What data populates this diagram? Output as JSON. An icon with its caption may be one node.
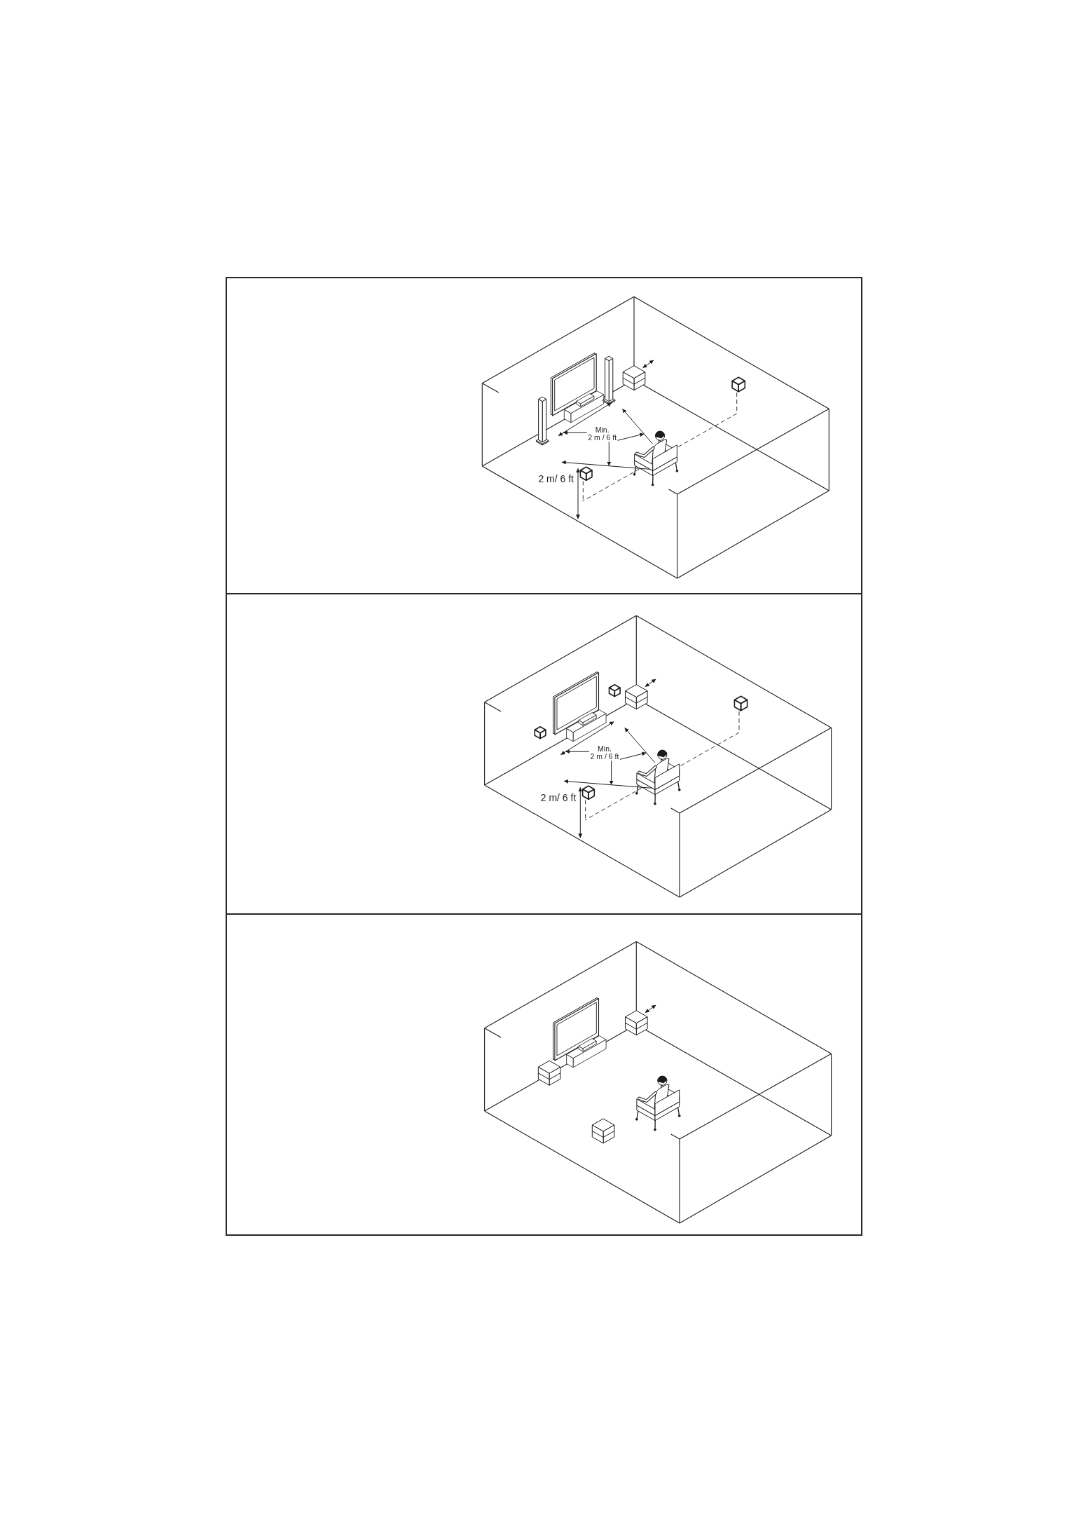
{
  "diagram": {
    "nodes": [
      {
        "text": [],
        "shape": "box"
      },
      {
        "text": [
          "Min. 2 m / 6 ft"
        ],
        "in": 0
      },
      {
        "text": [],
        "shape": "box"
      },
      {
        "text": [
          "Min. 2 m / 6 ft"
        ],
        "in": 2
      },
      {
        "text": [],
        "shape": "box"
      }
    ],
    "edges": [
      {
        "from": 1,
        "to": null,
        "arrow": "to"
      },
      {
        "from": 1,
        "to": null,
        "arrow": "to"
      },
      {
        "from": 1,
        "to": null,
        "arrow": "to"
      },
      {
        "from": 3,
        "to": null,
        "arrow": "to"
      },
      {
        "from": 3,
        "to": null,
        "arrow": "to"
      },
      {
        "from": 3,
        "to": null,
        "arrow": "to"
      }
    ],
    "labels": [
      "2 m/ 6 ft",
      "2 m/ 6 ft"
    ]
  }
}
